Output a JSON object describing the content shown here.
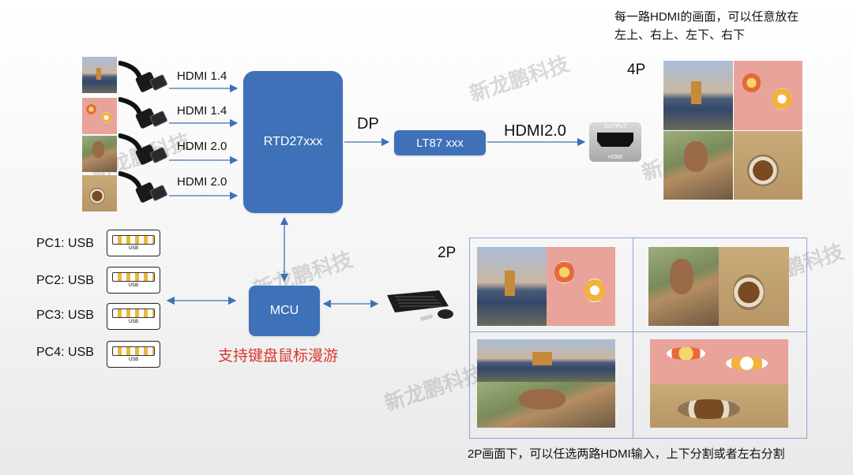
{
  "inputs": [
    "HDMI 1.4",
    "HDMI 1.4",
    "HDMI 2.0",
    "HDMI 2.0"
  ],
  "rtd": "RTD27xxx",
  "dp": "DP",
  "lt": "LT87 xxx",
  "hdmi_out": "HDMI2.0",
  "port": {
    "top": "OUTPUT",
    "bottom": "HDMI"
  },
  "note_4p": "每一路HDMI的画面，可以任意放在左上、右上、左下、右下",
  "label_4p": "4P",
  "label_2p": "2P",
  "pcs": [
    "PC1: USB",
    "PC2: USB",
    "PC3: USB",
    "PC4: USB"
  ],
  "usb_text": "USB",
  "mcu": "MCU",
  "kvm": "支持键盘鼠标漫游",
  "note_2p": "2P画面下，可以任选两路HDMI输入，上下分割或者左右分割",
  "watermark": "新龙鹏科技",
  "colors": {
    "box": "#3f71b8",
    "arrow": "#3f71b8",
    "kvm_text": "#d9362b",
    "frame": "#8aa6d6"
  }
}
